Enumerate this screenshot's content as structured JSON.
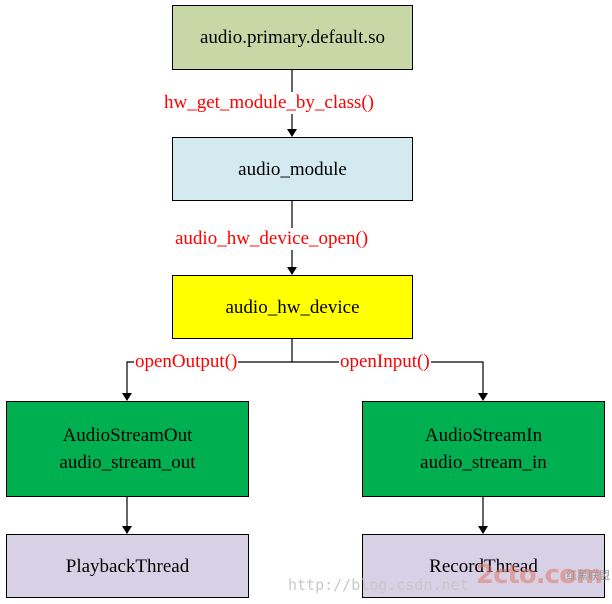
{
  "colors": {
    "so_fill": "#c7d8a6",
    "module_fill": "#d3eaf0",
    "device_fill": "#ffff00",
    "stream_fill": "#00b050",
    "thread_fill": "#d8d0e5",
    "edge_label": "#ff0000",
    "line": "#000000"
  },
  "nodes": {
    "so": {
      "label": "audio.primary.default.so"
    },
    "module": {
      "label": "audio_module"
    },
    "device": {
      "label": "audio_hw_device"
    },
    "stream_out": {
      "line1": "AudioStreamOut",
      "line2": "audio_stream_out"
    },
    "stream_in": {
      "line1": "AudioStreamIn",
      "line2": "audio_stream_in"
    },
    "playback": {
      "label": "PlaybackThread"
    },
    "record": {
      "label": "RecordThread"
    }
  },
  "edges": {
    "get_module": {
      "label": "hw_get_module_by_class()"
    },
    "device_open": {
      "label": "audio_hw_device_open()"
    },
    "open_output": {
      "label": "openOutput()"
    },
    "open_input": {
      "label": "openInput()"
    }
  },
  "watermark": {
    "url": "http://blog.csdn.net",
    "logo": "2cto.com",
    "cn": "红黑联盟"
  }
}
